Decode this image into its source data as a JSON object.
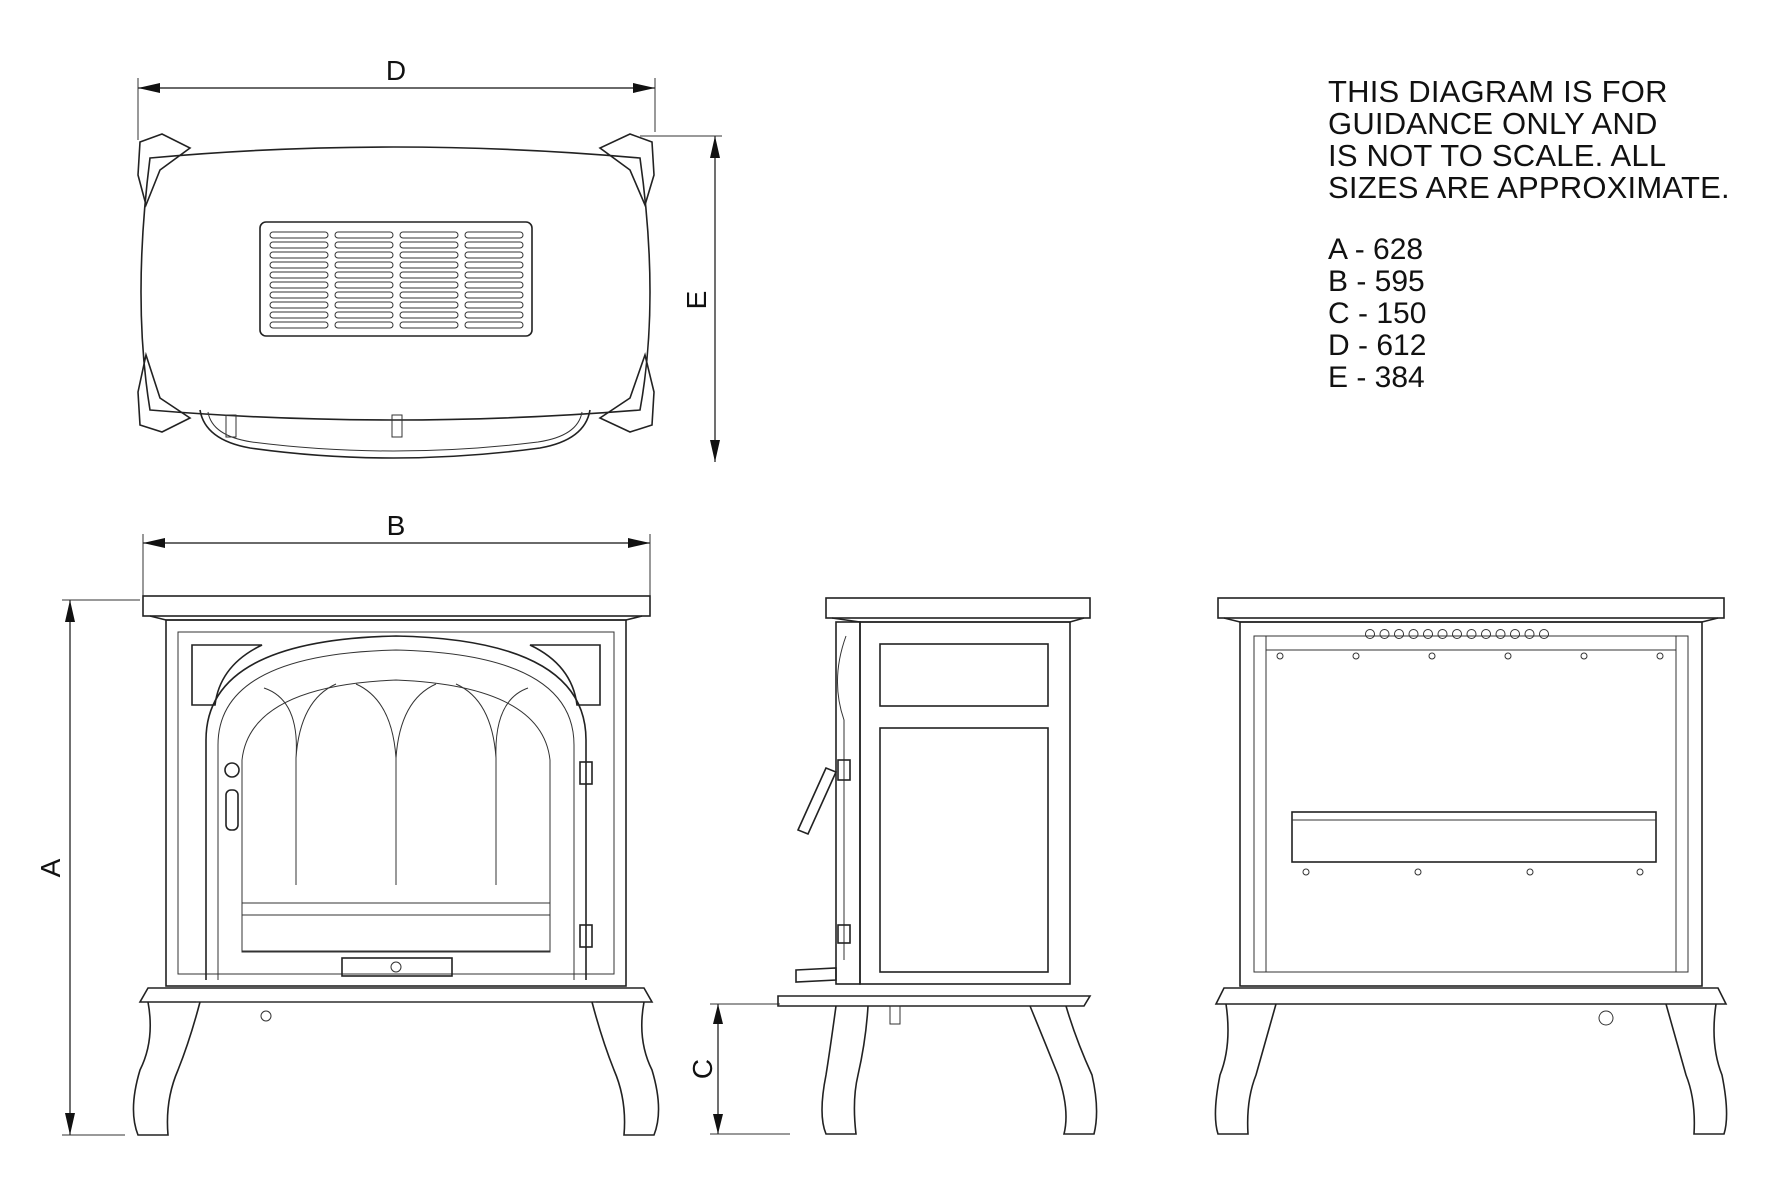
{
  "notes": {
    "lines": [
      "THIS DIAGRAM IS FOR",
      "GUIDANCE ONLY AND",
      "IS NOT TO SCALE. ALL",
      "SIZES ARE APPROXIMATE."
    ]
  },
  "dimensions": [
    {
      "label": "A",
      "value": "628",
      "text": "A - 628"
    },
    {
      "label": "B",
      "value": "595",
      "text": "B - 595"
    },
    {
      "label": "C",
      "value": "150",
      "text": "C - 150"
    },
    {
      "label": "D",
      "value": "612",
      "text": "D - 612"
    },
    {
      "label": "E",
      "value": "384",
      "text": "E - 384"
    }
  ],
  "views": [
    "top-view",
    "front-view",
    "side-view",
    "rear-view"
  ]
}
